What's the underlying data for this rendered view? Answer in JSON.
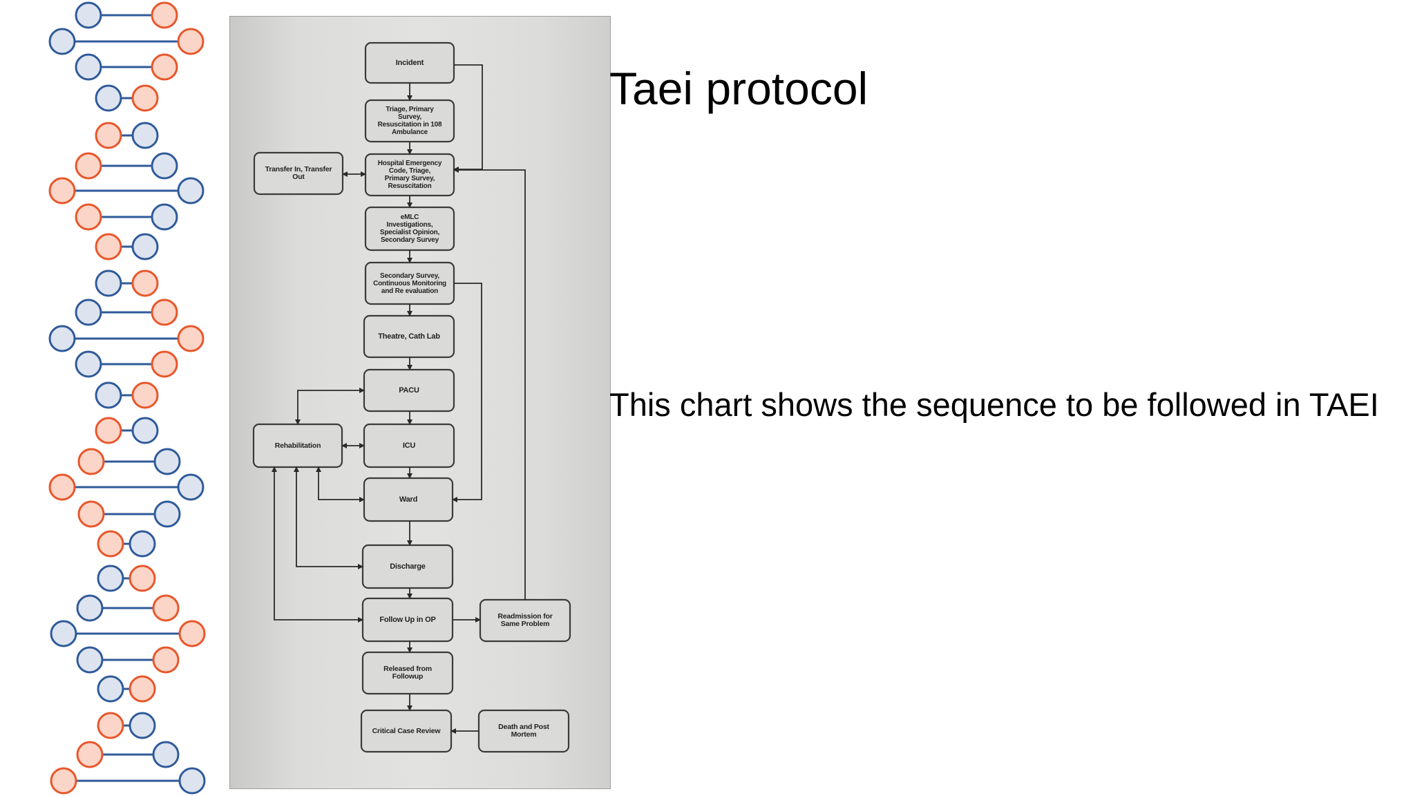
{
  "slide": {
    "title": "Taei protocol",
    "body": "This chart shows the sequence to be followed in TAEI"
  },
  "colors": {
    "strand_blue": "#2f5a9a",
    "strand_orange": "#e8562a",
    "blue_fill": "#dde4ef",
    "orange_fill": "#fbd5c7"
  },
  "flowchart": {
    "nodes": {
      "incident": "Incident",
      "triage_ambulance": "Triage, Primary\nSurvey,\nResuscitation in 108\nAmbulance",
      "hospital_emergency": "Hospital Emergency\nCode, Triage,\nPrimary Survey,\nResuscitation",
      "transfer": "Transfer In, Transfer\nOut",
      "emlc": "eMLC\nInvestigations,\nSpecialist Opinion,\nSecondary Survey",
      "secondary_survey": "Secondary Survey,\nContinuous Monitoring\nand Re evaluation",
      "theatre": "Theatre, Cath Lab",
      "pacu": "PACU",
      "icu": "ICU",
      "rehabilitation": "Rehabilitation",
      "ward": "Ward",
      "discharge": "Discharge",
      "follow_up": "Follow Up in OP",
      "readmission": "Readmission for\nSame Problem",
      "released": "Released from\nFollowup",
      "critical_review": "Critical Case Review",
      "death": "Death and Post\nMortem"
    }
  }
}
